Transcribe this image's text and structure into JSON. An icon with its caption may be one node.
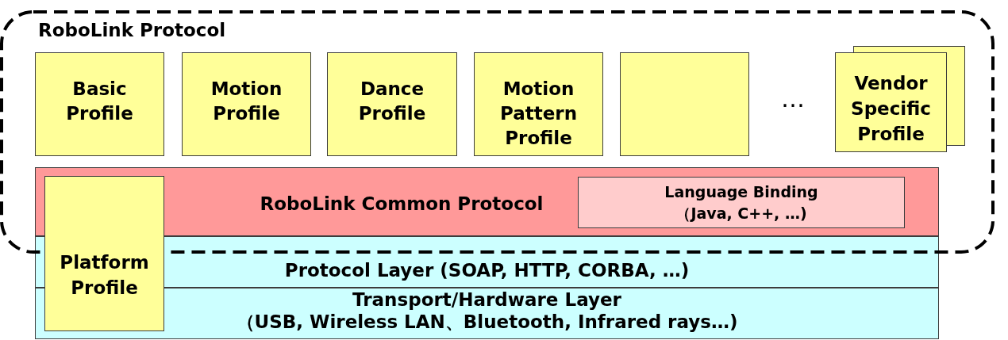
{
  "diagram": {
    "nodes": [
      {
        "text": [
          "RoboLink Protocol"
        ]
      },
      {
        "text": [
          "Basic Profile"
        ],
        "in": 0
      },
      {
        "text": [
          "Motion Profile"
        ],
        "in": 0
      },
      {
        "text": [
          "Dance Profile"
        ],
        "in": 0
      },
      {
        "text": [
          "Motion Pattern Profile"
        ],
        "in": 0
      },
      {
        "text": [],
        "shape": "box",
        "in": 0
      },
      {
        "text": [
          "Vendor Specific Profile"
        ],
        "in": 0
      },
      {
        "text": [
          "RoboLink Common Protocol"
        ],
        "in": 0
      },
      {
        "text": [
          "Language Binding",
          "（Java, C++, …)"
        ],
        "in": 7
      },
      {
        "text": [
          "Platform Profile"
        ]
      },
      {
        "text": [
          "Protocol Layer (SOAP, HTTP, CORBA, …)"
        ]
      },
      {
        "text": [
          "Transport/Hardware Layer",
          "（USB, Wireless LAN、Bluetooth, Infrared rays…)"
        ]
      }
    ],
    "labels": [
      "…"
    ]
  }
}
